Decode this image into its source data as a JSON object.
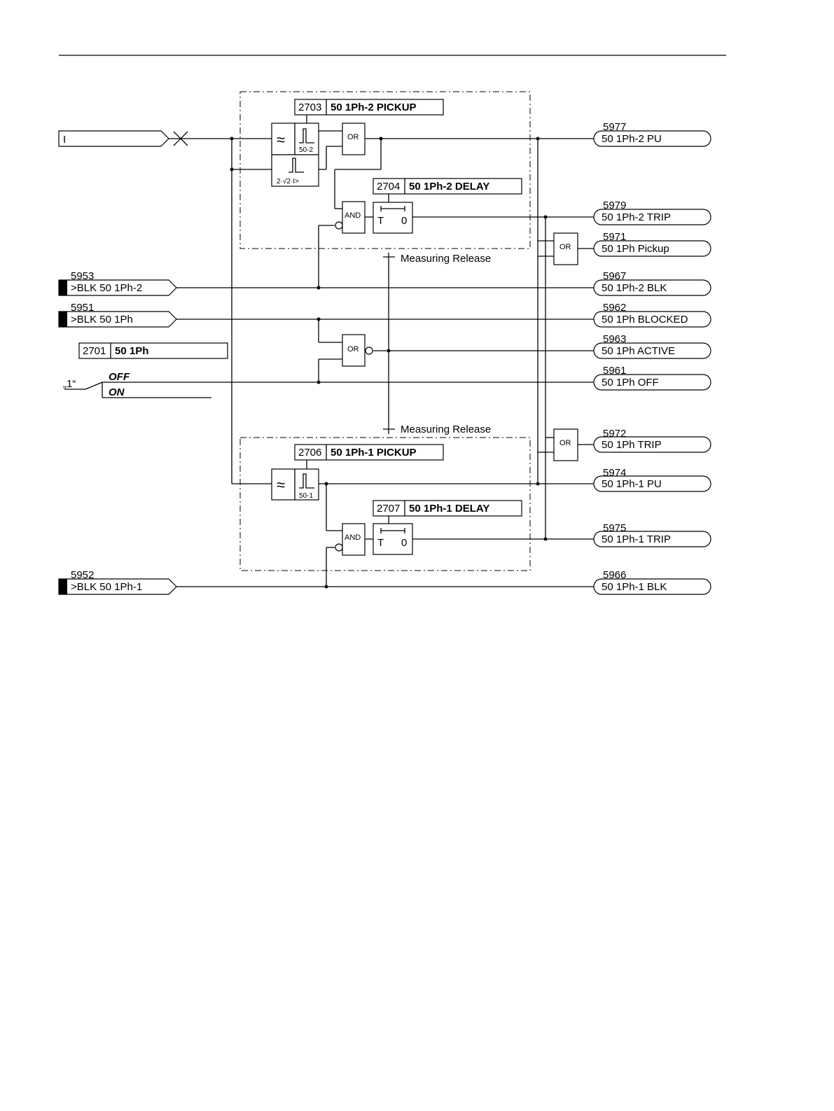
{
  "inputs": {
    "current": "I",
    "blk2": {
      "num": "5953",
      "label": ">BLK 50 1Ph-2"
    },
    "blk_all": {
      "num": "5951",
      "label": ">BLK 50 1Ph"
    },
    "blk1": {
      "num": "5952",
      "label": ">BLK 50 1Ph-1"
    }
  },
  "settings": {
    "s2703": {
      "num": "2703",
      "label": "50 1Ph-2 PICKUP"
    },
    "s2704": {
      "num": "2704",
      "label": "50 1Ph-2 DELAY"
    },
    "s2701": {
      "num": "2701",
      "label": "50 1Ph"
    },
    "s2706": {
      "num": "2706",
      "label": "50 1Ph-1 PICKUP"
    },
    "s2707": {
      "num": "2707",
      "label": "50 1Ph-1 DELAY"
    }
  },
  "switch": {
    "one": "„1“",
    "off": "OFF",
    "on": "ON"
  },
  "gates": {
    "or": "OR",
    "and": "AND"
  },
  "timer": {
    "t": "T",
    "zero": "0"
  },
  "blocks": {
    "stage2_label": "50-2",
    "stage1_label": "50-1",
    "peak_formula": "2·√2·I>"
  },
  "release": "Measuring Release",
  "outputs": {
    "o5977": {
      "num": "5977",
      "label": "50 1Ph-2 PU"
    },
    "o5979": {
      "num": "5979",
      "label": "50 1Ph-2 TRIP"
    },
    "o5971": {
      "num": "5971",
      "label": "50 1Ph Pickup"
    },
    "o5967": {
      "num": "5967",
      "label": "50 1Ph-2 BLK"
    },
    "o5962": {
      "num": "5962",
      "label": "50 1Ph BLOCKED"
    },
    "o5963": {
      "num": "5963",
      "label": "50 1Ph ACTIVE"
    },
    "o5961": {
      "num": "5961",
      "label": "50 1Ph OFF"
    },
    "o5972": {
      "num": "5972",
      "label": "50 1Ph TRIP"
    },
    "o5974": {
      "num": "5974",
      "label": "50 1Ph-1 PU"
    },
    "o5975": {
      "num": "5975",
      "label": "50 1Ph-1 TRIP"
    },
    "o5966": {
      "num": "5966",
      "label": "50 1Ph-1 BLK"
    }
  }
}
